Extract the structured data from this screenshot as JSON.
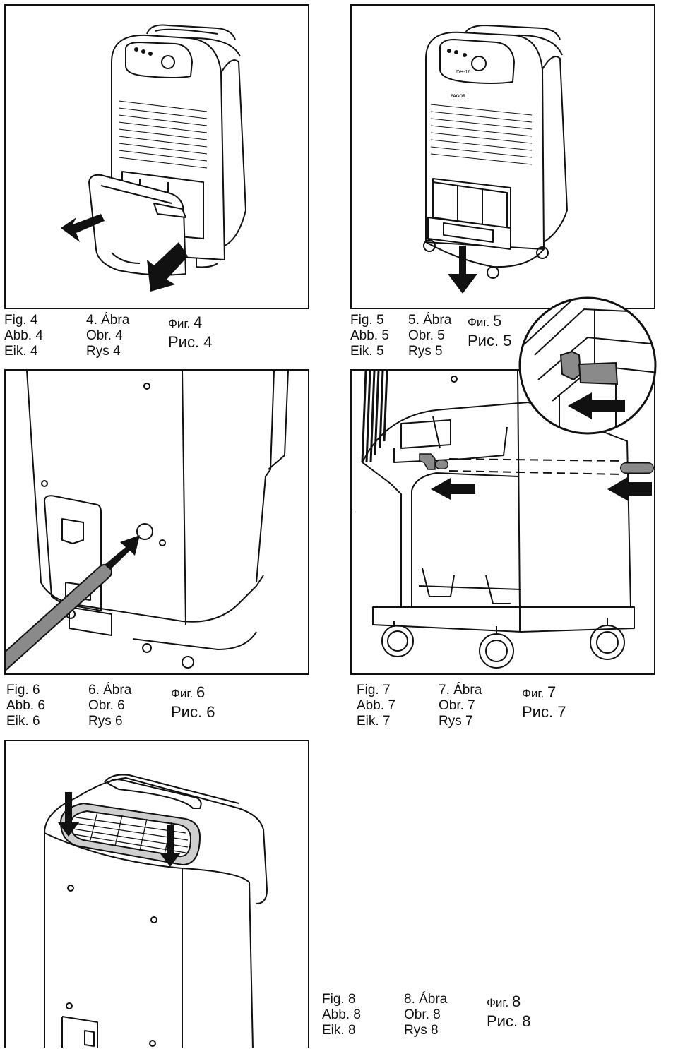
{
  "figures": [
    {
      "id": "4",
      "latin": [
        "Fig. 4",
        "Abb. 4",
        "Eik. 4"
      ],
      "hu_cz_pl": [
        "4. Ábra",
        "Obr. 4",
        "Rys 4"
      ],
      "ru_fig_prefix": "Фиг.",
      "ru_fig_num": "4",
      "ru_ris": "Рис. 4"
    },
    {
      "id": "5",
      "latin": [
        "Fig. 5",
        "Abb. 5",
        "Eik. 5"
      ],
      "hu_cz_pl": [
        "5. Ábra",
        "Obr. 5",
        "Rys 5"
      ],
      "ru_fig_prefix": "Фиг.",
      "ru_fig_num": "5",
      "ru_ris": "Рис. 5"
    },
    {
      "id": "6",
      "latin": [
        "Fig. 6",
        "Abb. 6",
        "Eik. 6"
      ],
      "hu_cz_pl": [
        "6. Ábra",
        "Obr. 6",
        "Rys 6"
      ],
      "ru_fig_prefix": "Фиг.",
      "ru_fig_num": "6",
      "ru_ris": "Рис. 6"
    },
    {
      "id": "7",
      "latin": [
        "Fig. 7",
        "Abb. 7",
        "Eik. 7"
      ],
      "hu_cz_pl": [
        "7. Ábra",
        "Obr. 7",
        "Rys 7"
      ],
      "ru_fig_prefix": "Фиг.",
      "ru_fig_num": "7",
      "ru_ris": "Рис. 7"
    },
    {
      "id": "8",
      "latin": [
        "Fig. 8",
        "Abb. 8",
        "Eik. 8"
      ],
      "hu_cz_pl": [
        "8. Ábra",
        "Obr. 8",
        "Rys 8"
      ],
      "ru_fig_prefix": "Фиг.",
      "ru_fig_num": "8",
      "ru_ris": "Рис. 8"
    }
  ],
  "device": {
    "model_label": "DH-16",
    "brand_label": "FAGOR"
  },
  "colors": {
    "line": "#111111",
    "hose": "#8a8a8a",
    "arrow": "#111111",
    "panel_bg": "#ffffff"
  }
}
